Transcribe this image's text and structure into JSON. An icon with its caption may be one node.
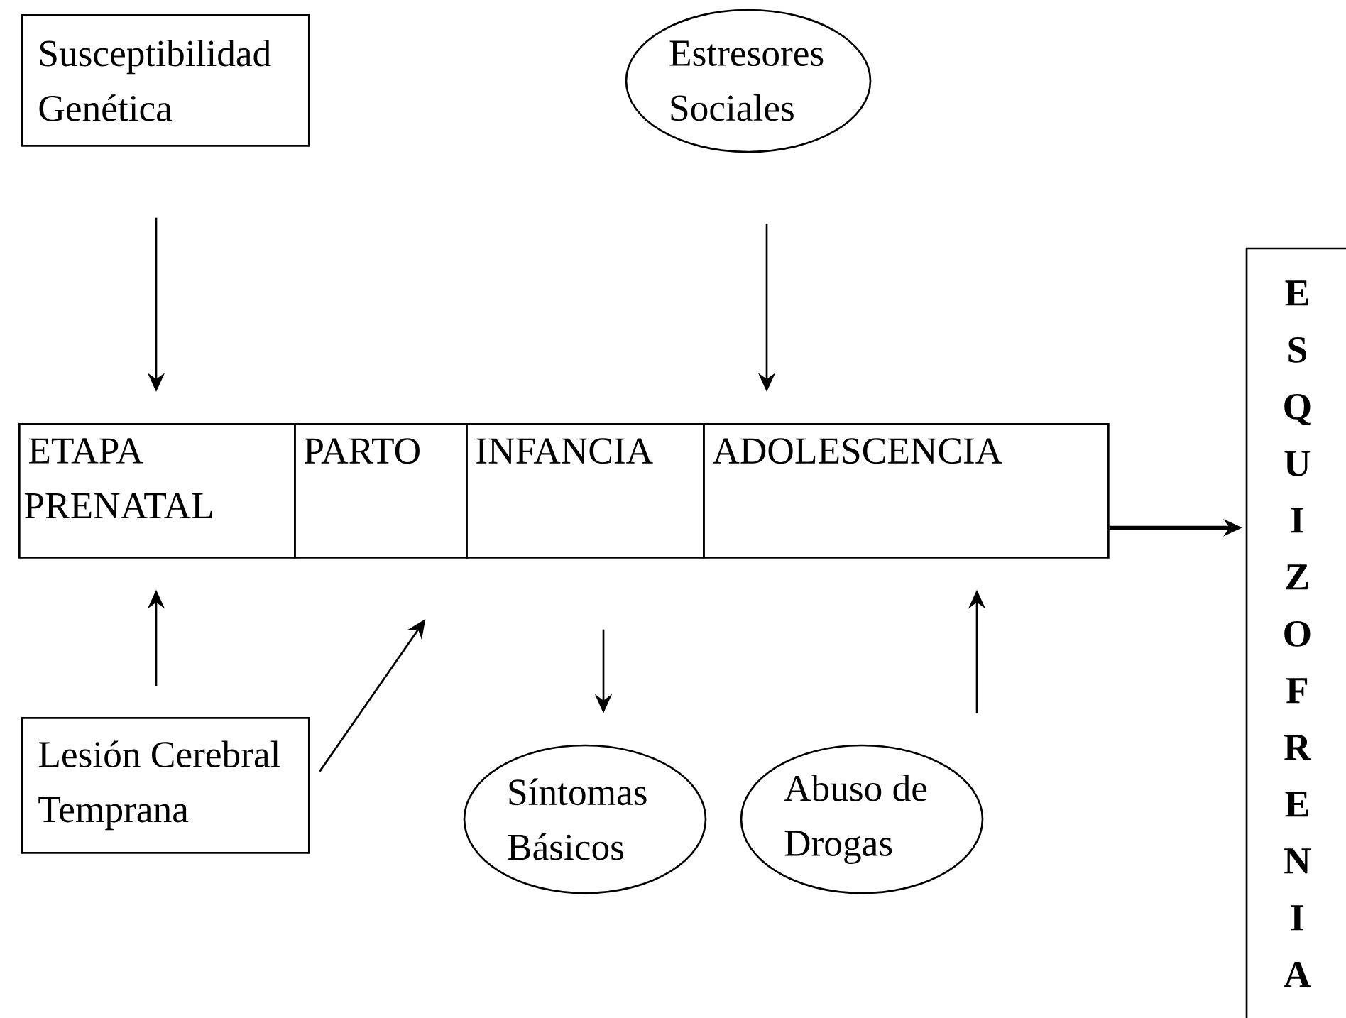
{
  "diagram": {
    "nodes": [
      {
        "text": [
          "Susceptibilidad Genética"
        ]
      },
      {
        "text": [
          "Estresores Sociales"
        ]
      },
      {
        "text": [
          "ETAPA PRENATAL"
        ]
      },
      {
        "text": [
          "PARTO"
        ]
      },
      {
        "text": [
          "INFANCIA"
        ]
      },
      {
        "text": [
          "ADOLESCENCIA"
        ]
      },
      {
        "text": [
          "ESQUIZOFRENIA"
        ]
      },
      {
        "text": [
          "Lesión Cerebral Temprana"
        ]
      },
      {
        "text": [
          "Síntomas Básicos"
        ]
      },
      {
        "text": [
          "Abuso de Drogas"
        ]
      }
    ],
    "edges": [
      {
        "from": 0,
        "to": 2,
        "arrow": "to"
      },
      {
        "from": 1,
        "to": 5,
        "arrow": "to"
      },
      {
        "from": 7,
        "to": 2,
        "arrow": "to"
      },
      {
        "from": 7,
        "to": 3,
        "arrow": "to"
      },
      {
        "from": 4,
        "to": 8,
        "arrow": "to"
      },
      {
        "from": 9,
        "to": 5,
        "arrow": "to"
      },
      {
        "from": 5,
        "to": 6,
        "arrow": "to"
      }
    ]
  }
}
